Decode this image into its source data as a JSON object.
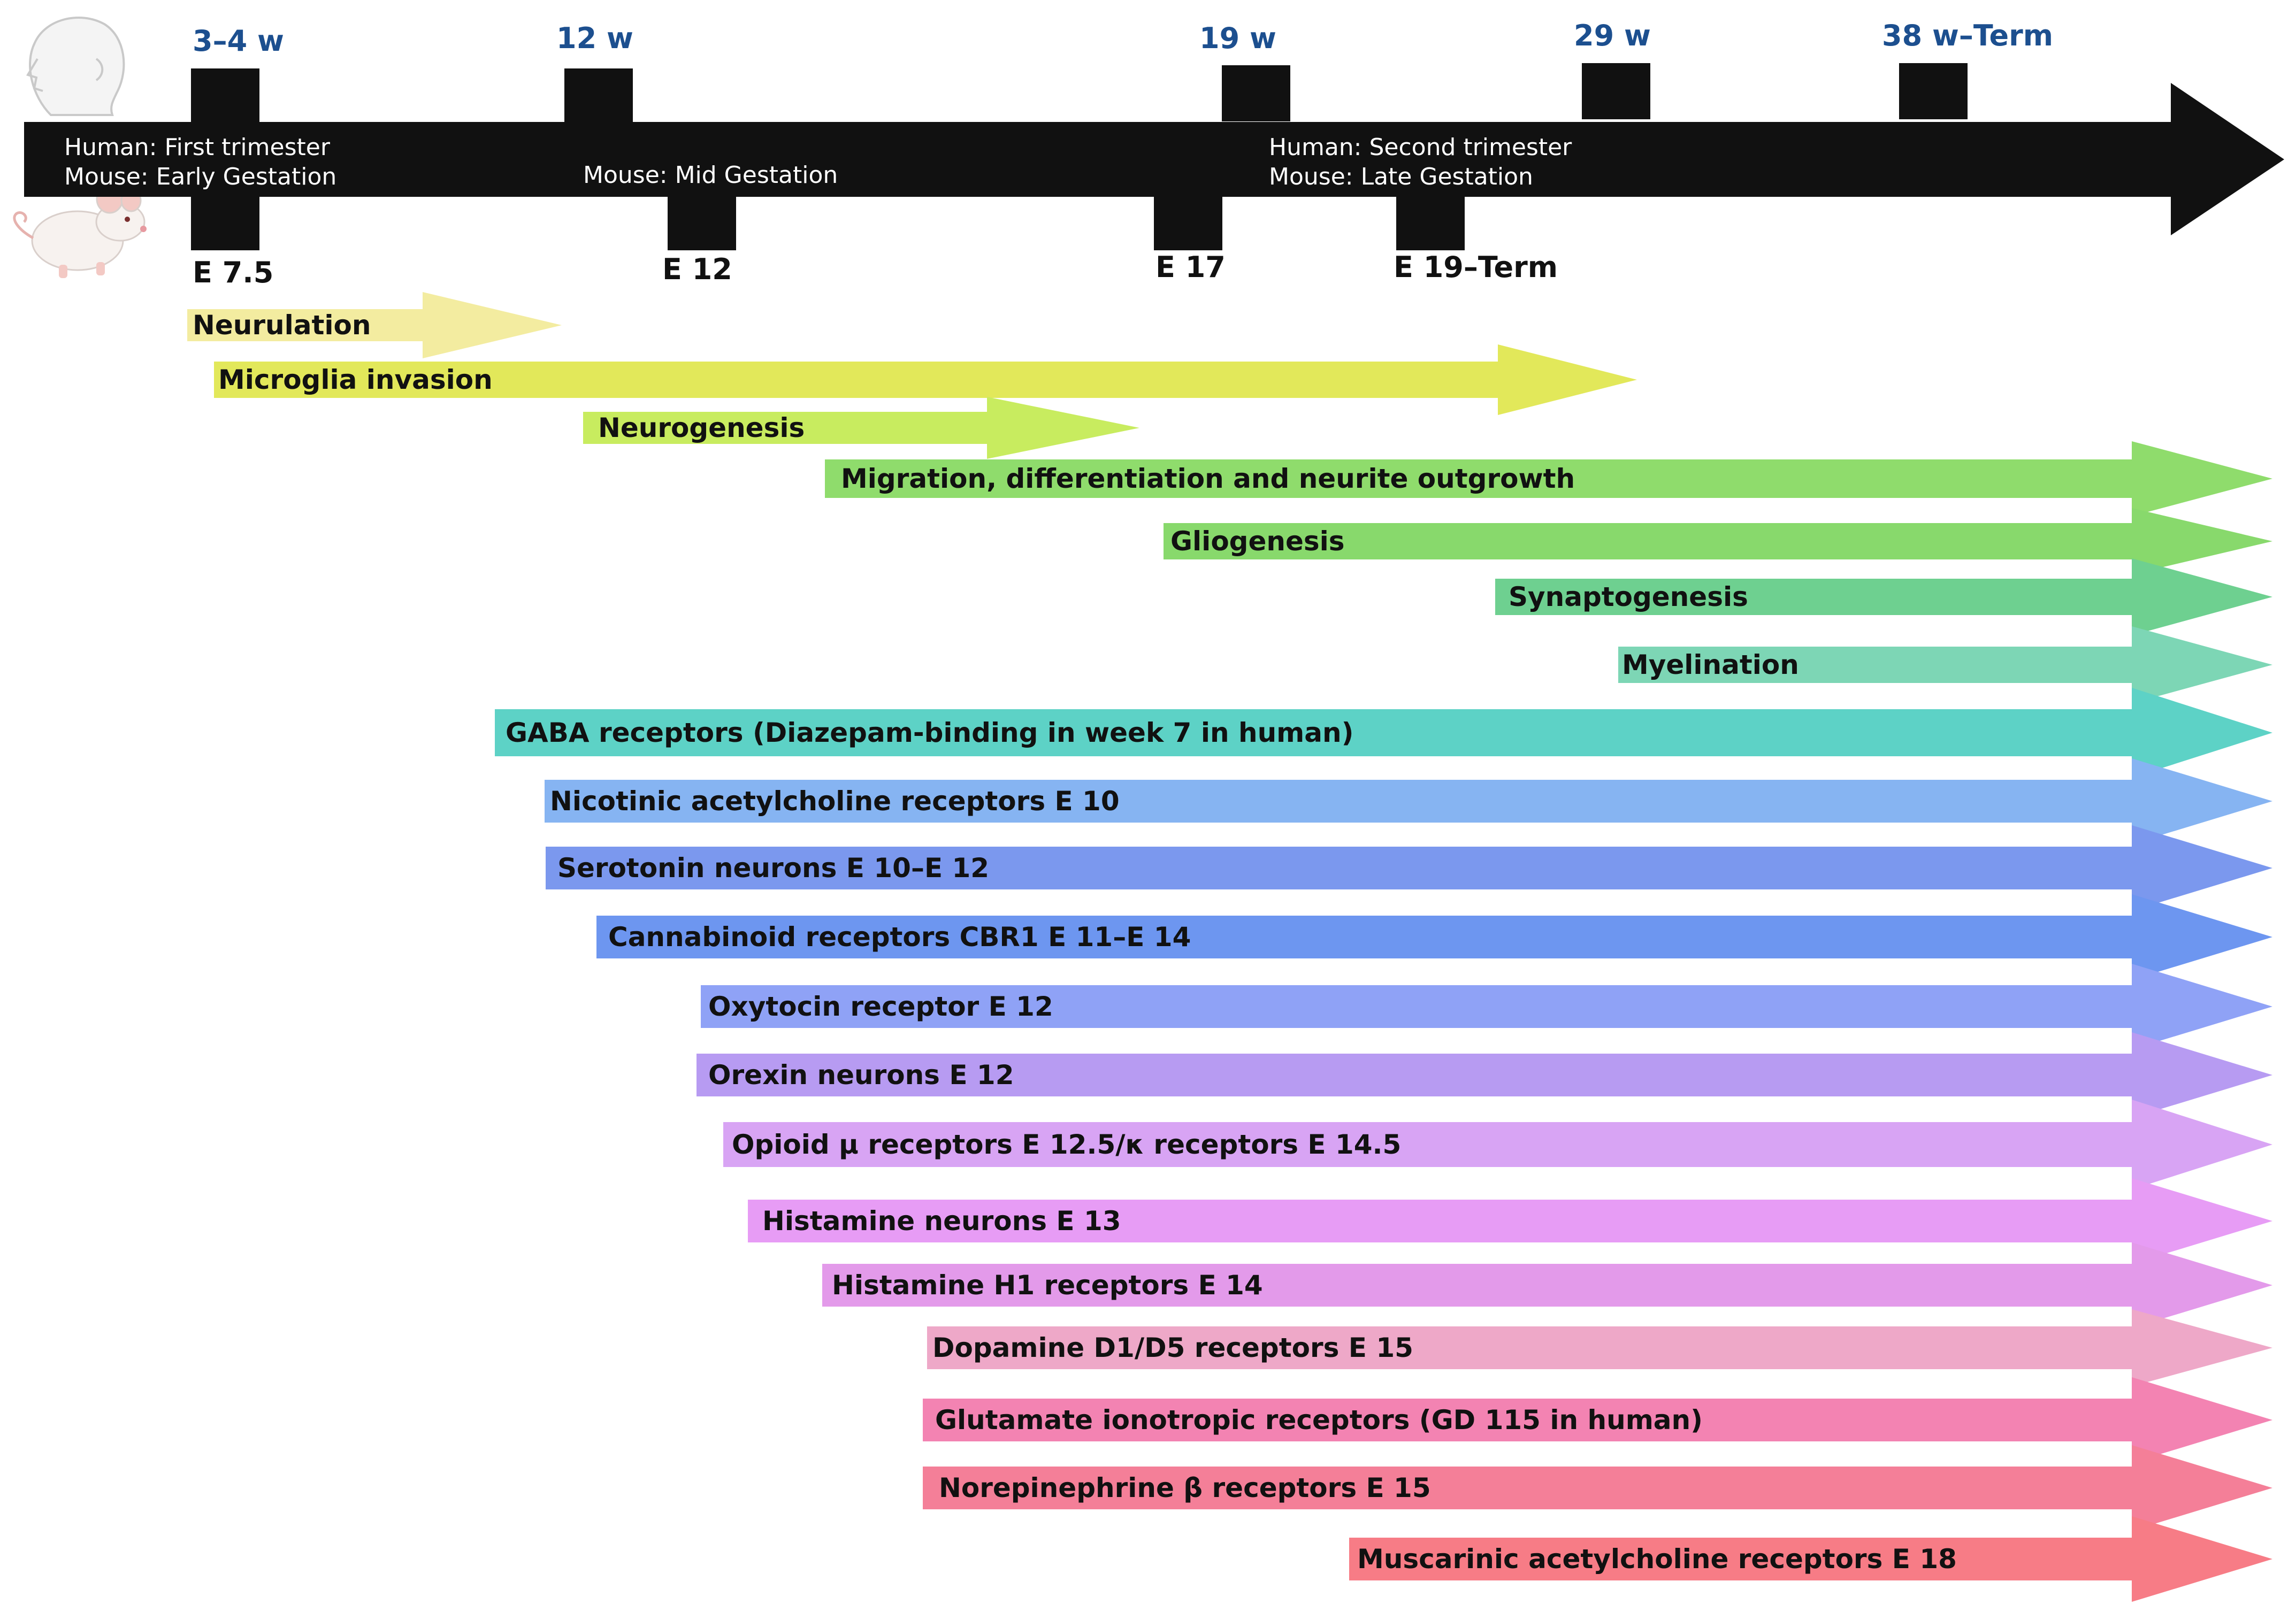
{
  "timeline": {
    "human_ticks": [
      "3–4 w",
      "12 w",
      "19 w",
      "29 w",
      "38 w–Term"
    ],
    "mouse_ticks": [
      "E 7.5",
      "E 12",
      "E 17",
      "E 19–Term"
    ],
    "stages": [
      [
        "Human: First trimester",
        "Mouse: Early Gestation"
      ],
      [
        "Mouse: Mid Gestation"
      ],
      [
        "Human: Second trimester",
        "Mouse: Late Gestation"
      ]
    ]
  },
  "processes": [
    {
      "label": "Neurulation",
      "color": "#f3eca0"
    },
    {
      "label": "Microglia invasion",
      "color": "#e2e85a"
    },
    {
      "label": "Neurogenesis",
      "color": "#c8ec5f"
    },
    {
      "label": "Migration, differentiation and neurite outgrowth",
      "color": "#8fdc6c"
    },
    {
      "label": "Gliogenesis",
      "color": "#88d96c"
    },
    {
      "label": "Synaptogenesis",
      "color": "#6ed090"
    },
    {
      "label": "Myelination",
      "color": "#7dd6b5"
    },
    {
      "label": "GABA receptors (Diazepam-binding in week 7 in human)",
      "color": "#5dd2c6"
    },
    {
      "label": "Nicotinic acetylcholine receptors E 10",
      "color": "#86b4f2"
    },
    {
      "label": "Serotonin neurons E 10–E 12",
      "color": "#7b98ee"
    },
    {
      "label": "Cannabinoid receptors CBR1 E 11–E 14",
      "color": "#6d96f0"
    },
    {
      "label": "Oxytocin receptor E 12",
      "color": "#8fa2f6"
    },
    {
      "label": "Orexin neurons E 12",
      "color": "#b79bf2"
    },
    {
      "label": "Opioid μ receptors E 12.5/κ receptors E 14.5",
      "color": "#d8a4f4"
    },
    {
      "label": "Histamine neurons E 13",
      "color": "#e79cf5"
    },
    {
      "label": "Histamine H1 receptors E 14",
      "color": "#e39aea"
    },
    {
      "label": "Dopamine D1/D5 receptors E 15",
      "color": "#eea8c8"
    },
    {
      "label": "Glutamate ionotropic receptors (GD 115 in human)",
      "color": "#f383b2"
    },
    {
      "label": "Norepinephrine β receptors E 15",
      "color": "#f47f98"
    },
    {
      "label": "Muscarinic acetylcholine receptors E 18",
      "color": "#f77c86"
    }
  ],
  "icons": {
    "human": "human-head-icon",
    "mouse": "mouse-icon"
  },
  "colors": {
    "axis": "#111111",
    "human_tick_text": "#1c4f8f"
  }
}
